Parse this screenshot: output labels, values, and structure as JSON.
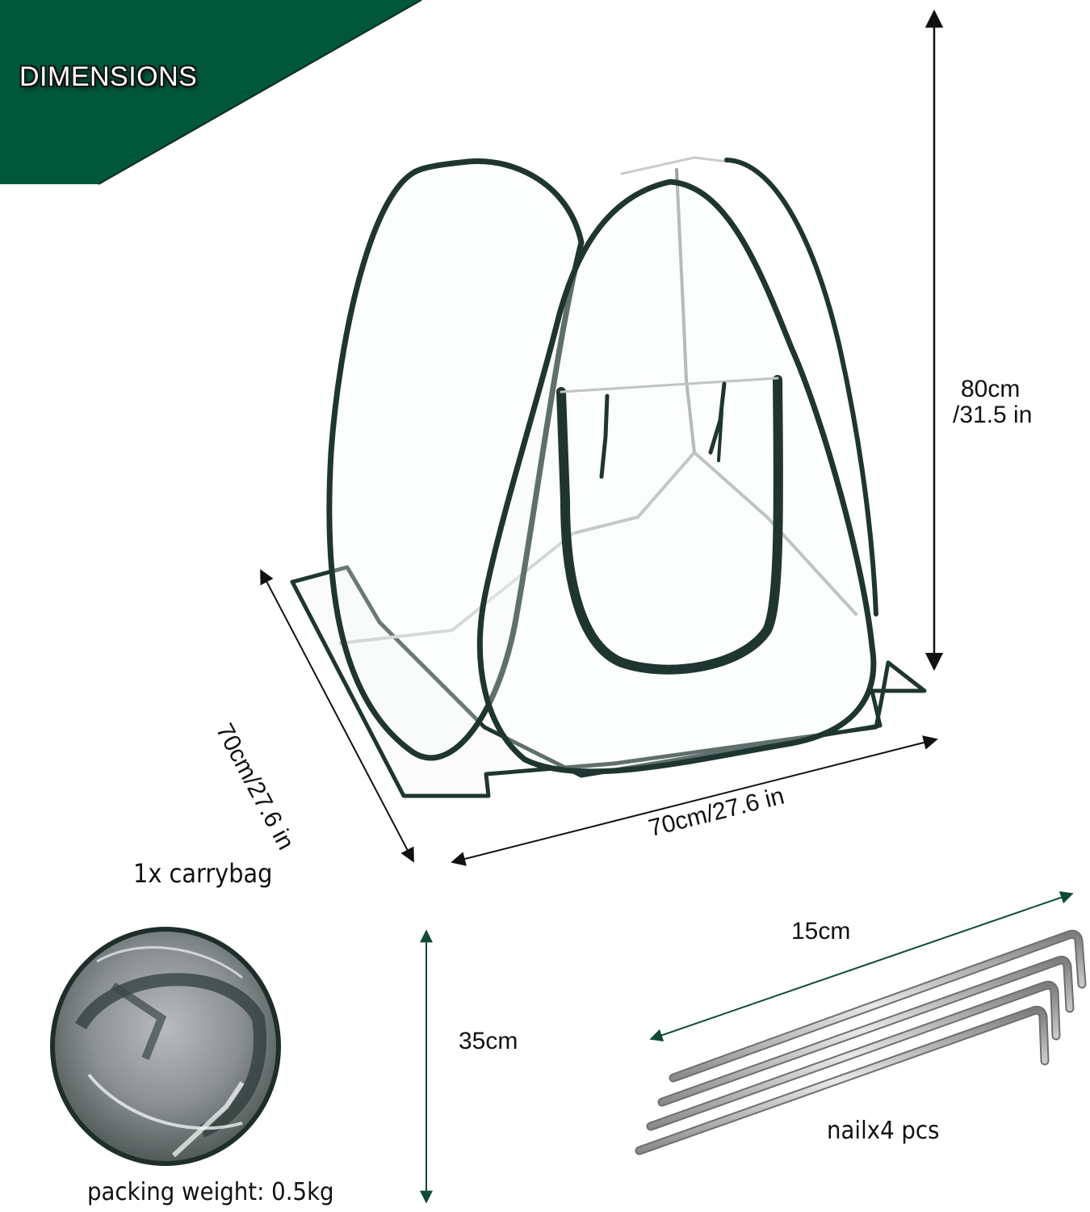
{
  "banner": {
    "title": "DIMENSIONS",
    "color": "#00573A"
  },
  "product": {
    "name": "pop-up mini greenhouse tent",
    "frame_color": "#1F3530",
    "cover": "clear PVC"
  },
  "dimensions": {
    "height": {
      "line1": "80cm",
      "line2": "/31.5 in"
    },
    "depth": "70cm/27.6 in",
    "width": "70cm/27.6 in"
  },
  "carrybag": {
    "title": "1x carrybag",
    "size": "35cm",
    "weight": "packing weight: 0.5kg",
    "arrow_color": "#0F4A35"
  },
  "nails": {
    "length": "15cm",
    "count": "nailx4 pcs",
    "arrow_color": "#0F4A35"
  }
}
